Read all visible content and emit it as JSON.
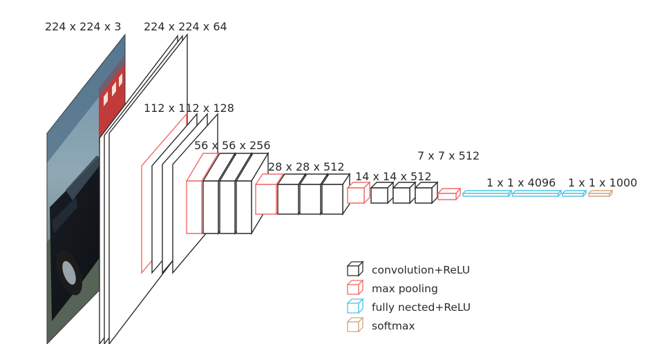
{
  "colors": {
    "conv": "#2b2b2b",
    "pool": "#f06a6a",
    "fc": "#4fc3e6",
    "softmax": "#d2a77a",
    "text": "#2a2a2a"
  },
  "labels": {
    "input": "224 x 224 x 3",
    "block1": "224 x 224 x 64",
    "block2": "112 x 112 x 128",
    "block3": "56 x 56 x 256",
    "block4": "28 x 28 x 512",
    "block5": "14 x 14 x 512",
    "pool5": "7 x 7 x 512",
    "fc": "1 x 1 x 4096",
    "output": "1 x 1 x 1000"
  },
  "legend": {
    "conv": "convolution+ReLU",
    "pool": "max pooling",
    "fc": "fully nected+ReLU",
    "softmax": "softmax"
  }
}
